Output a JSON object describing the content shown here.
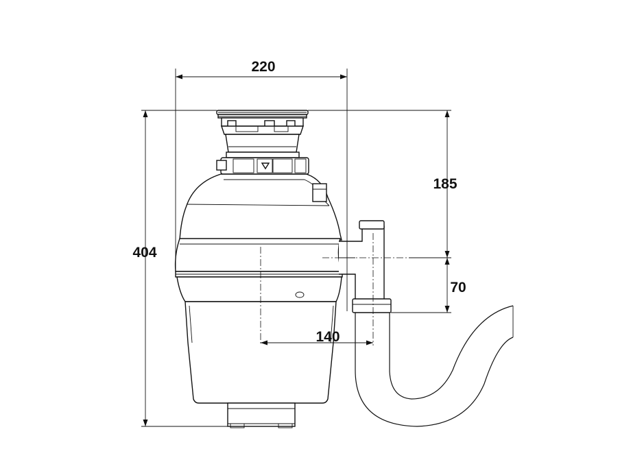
{
  "dimensions": {
    "width": "220",
    "height": "404",
    "top_to_outlet": "185",
    "outlet_drop": "70",
    "center_to_trap": "140"
  },
  "colors": {
    "line": "#111111",
    "background": "#ffffff"
  }
}
